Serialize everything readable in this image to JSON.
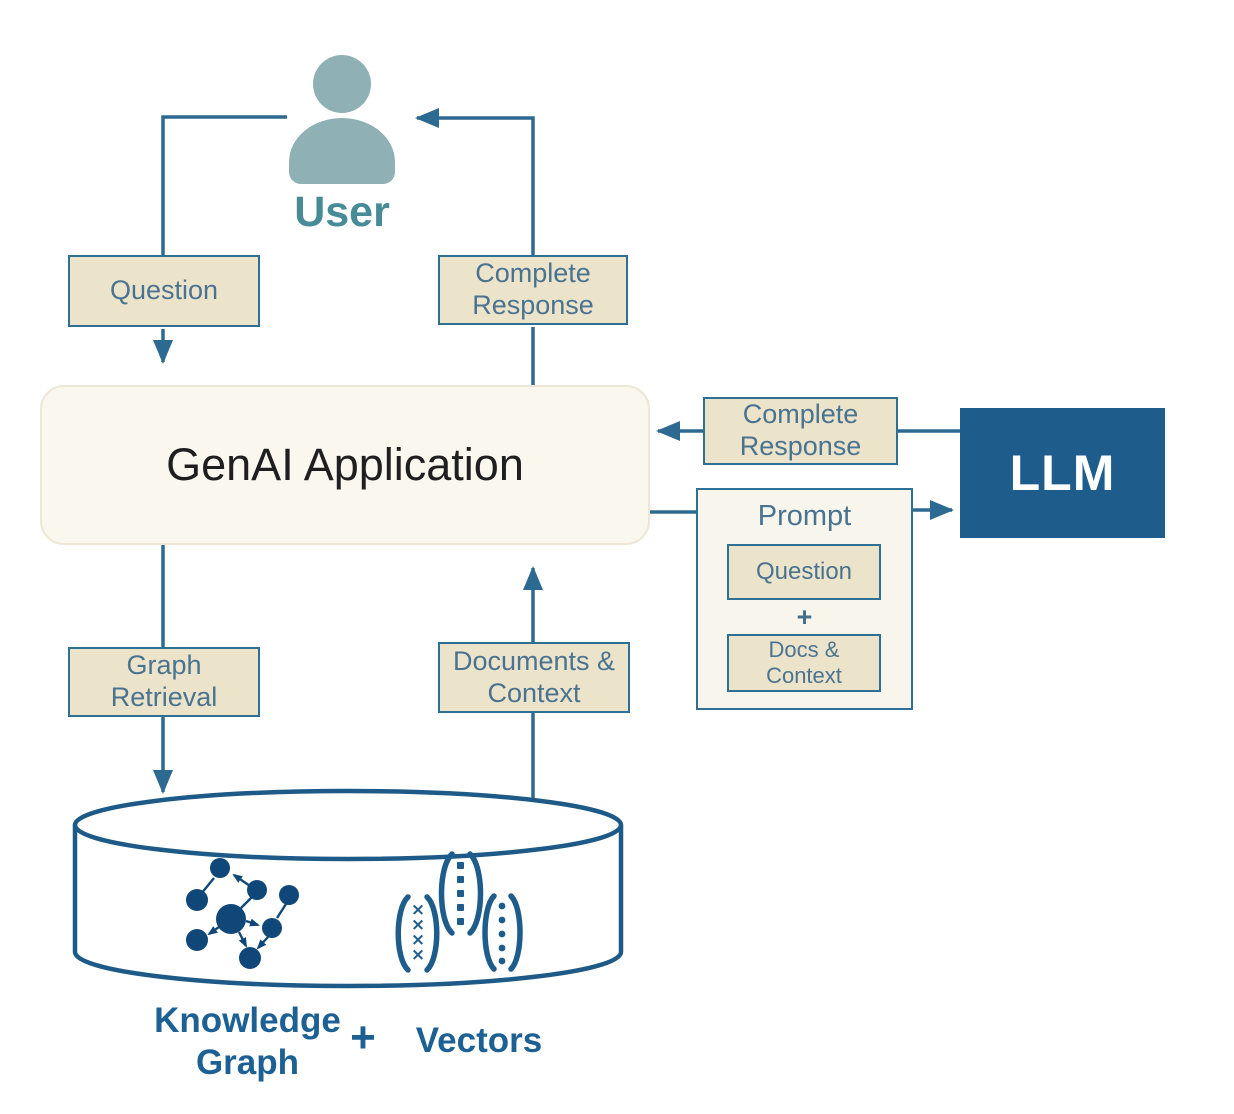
{
  "palette": {
    "line_blue": "#2d6a91",
    "box_fill": "#ece3cb",
    "box_border": "#2e6f94",
    "box_text": "#4a7390",
    "genai_fill": "#faf7ef",
    "llm_fill": "#1d5c8b",
    "llm_text": "#ffffff",
    "prompt_fill": "#f8f5ec",
    "user_icon": "#8fb0b5",
    "user_text": "#478b99",
    "cylinder_stroke": "#1d5a88",
    "graph_node": "#0f4878",
    "bottom_label_text": "#1d6094"
  },
  "user": {
    "label": "User"
  },
  "flows": {
    "question": "Question",
    "complete_response_to_user": "Complete Response",
    "graph_retrieval": "Graph Retrieval",
    "documents_context": "Documents & Context",
    "complete_response_from_llm": "Complete Response"
  },
  "genai": {
    "label": "GenAI Application"
  },
  "prompt": {
    "title": "Prompt",
    "question": "Question",
    "plus": "+",
    "docs": "Docs & Context"
  },
  "llm": {
    "label": "LLM"
  },
  "datastore": {
    "knowledge_graph": "Knowledge Graph",
    "plus": "+",
    "vectors": "Vectors"
  }
}
